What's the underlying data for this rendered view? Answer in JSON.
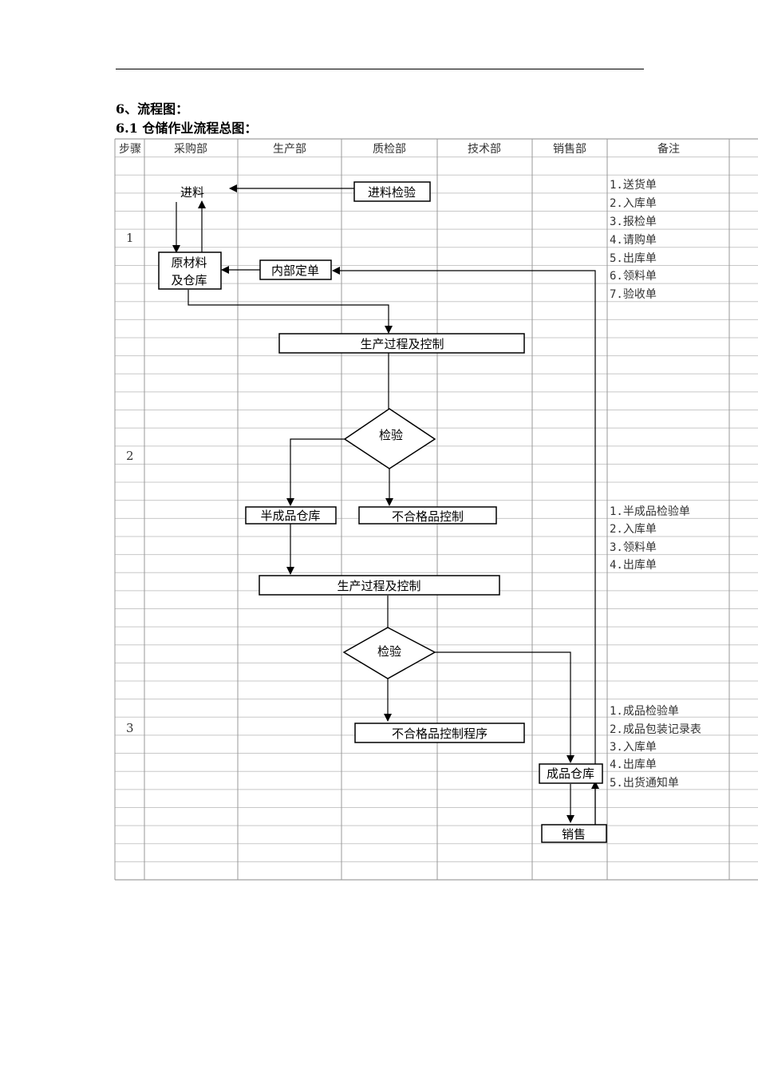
{
  "page": {
    "heading_1": "6、流程图：",
    "heading_2": "6.1 仓储作业流程总图："
  },
  "table": {
    "headers": {
      "step": "步骤",
      "purchasing": "采购部",
      "production": "生产部",
      "quality": "质检部",
      "technical": "技术部",
      "sales": "销售部",
      "remarks": "备注"
    },
    "steps": [
      "1",
      "2",
      "3"
    ]
  },
  "nodes": {
    "incoming_material": "进料",
    "incoming_inspection": "进料检验",
    "raw_material_line1": "原材料",
    "raw_material_line2": "及仓库",
    "internal_order": "内部定单",
    "production_process_1": "生产过程及控制",
    "inspection_1": "检验",
    "semi_finished_warehouse": "半成品仓库",
    "nonconforming_control": "不合格品控制",
    "production_process_2": "生产过程及控制",
    "inspection_2": "检验",
    "nonconforming_procedure": "不合格品控制程序",
    "finished_warehouse": "成品仓库",
    "sales": "销售"
  },
  "remarks": {
    "step1": [
      "1.送货单",
      "2.入库单",
      "3.报检单",
      "4.请购单",
      "5.出库单",
      "6.领料单",
      "7.验收单"
    ],
    "step2": [
      "1.半成品检验单",
      "2.入库单",
      "3.领料单",
      "4.出库单"
    ],
    "step3": [
      "1.成品检验单",
      "2.成品包装记录表",
      "3.入库单",
      "4.出库单",
      "5.出货通知单"
    ]
  }
}
